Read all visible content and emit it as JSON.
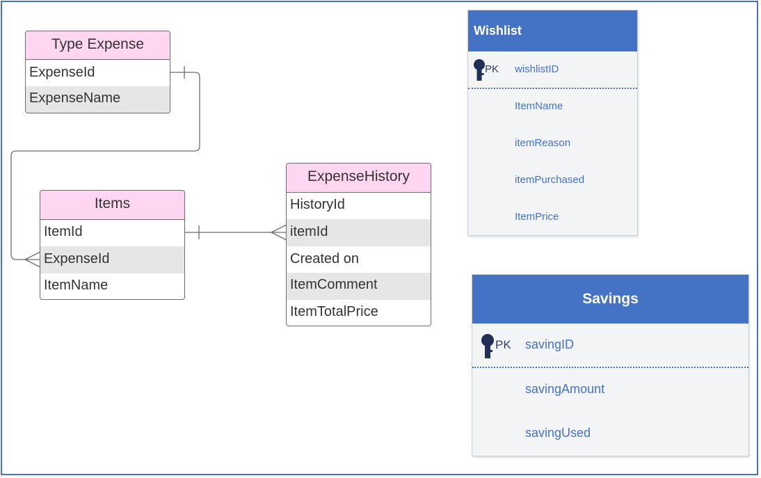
{
  "tables": {
    "type_expense": {
      "title": "Type Expense",
      "rows": [
        "ExpenseId",
        "ExpenseName"
      ]
    },
    "items": {
      "title": "Items",
      "rows": [
        "ItemId",
        "ExpenseId",
        "ItemName"
      ]
    },
    "expense_history": {
      "title": "ExpenseHistory",
      "rows": [
        "HistoryId",
        "itemId",
        "Created on",
        "ItemComment",
        "ItemTotalPrice"
      ]
    }
  },
  "wishlist": {
    "title": "Wishlist",
    "pk_label": "PK",
    "pk_field": "wishlistID",
    "fields": [
      "ItemName",
      "itemReason",
      "itemPurchased",
      "ItemPrice"
    ]
  },
  "savings": {
    "title": "Savings",
    "pk_label": "PK",
    "pk_field": "savingID",
    "fields": [
      "savingAmount",
      "savingUsed"
    ]
  },
  "colors": {
    "pink_header": "#ffd6f2",
    "row_alt": "#e6e6e6",
    "card_blue": "#4472c4",
    "card_body": "#f3f4f6",
    "line": "#6b6b6b"
  },
  "icons": {
    "primary_key": "key-icon"
  }
}
